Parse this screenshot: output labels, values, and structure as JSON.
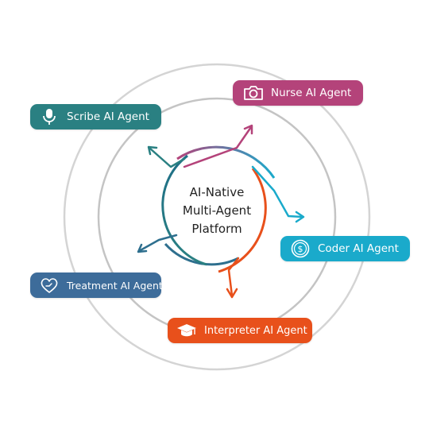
{
  "center": {
    "line1": "AI-Native",
    "line2": "Multi-Agent",
    "line3": "Platform"
  },
  "colors": {
    "ring": "#d4d4d4",
    "scribe": "#2a8082",
    "nurse": "#b4437a",
    "coder": "#1aaacb",
    "treatment": "#3d6c9a",
    "interpreter": "#e8501b"
  },
  "agents": [
    {
      "label": "Scribe AI Agent",
      "icon": "microphone-icon"
    },
    {
      "label": "Nurse AI Agent",
      "icon": "camera-icon"
    },
    {
      "label": "Coder AI Agent",
      "icon": "dollar-coin-icon"
    },
    {
      "label": "Treatment AI Agent",
      "icon": "heart-hand-icon"
    },
    {
      "label": "Interpreter AI Agent",
      "icon": "graduation-cap-icon"
    }
  ]
}
